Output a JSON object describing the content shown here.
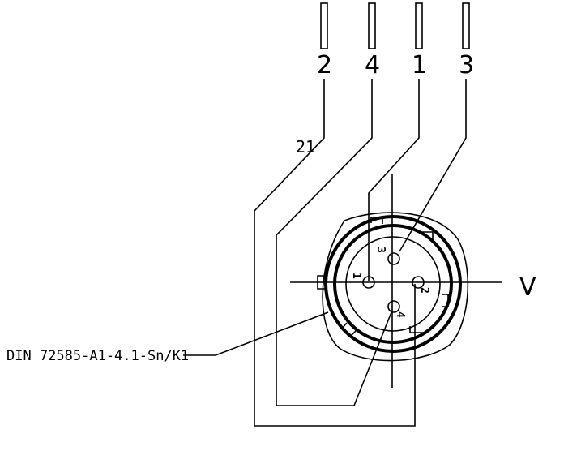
{
  "drawing": {
    "wire_labels": [
      "2",
      "4",
      "1",
      "3"
    ],
    "wire_number": "21",
    "connector_label": "DIN 72585-A1-4.1-Sn/K1",
    "view_label": "V",
    "pin_numbers": [
      "3",
      "1",
      "2",
      "4"
    ]
  }
}
